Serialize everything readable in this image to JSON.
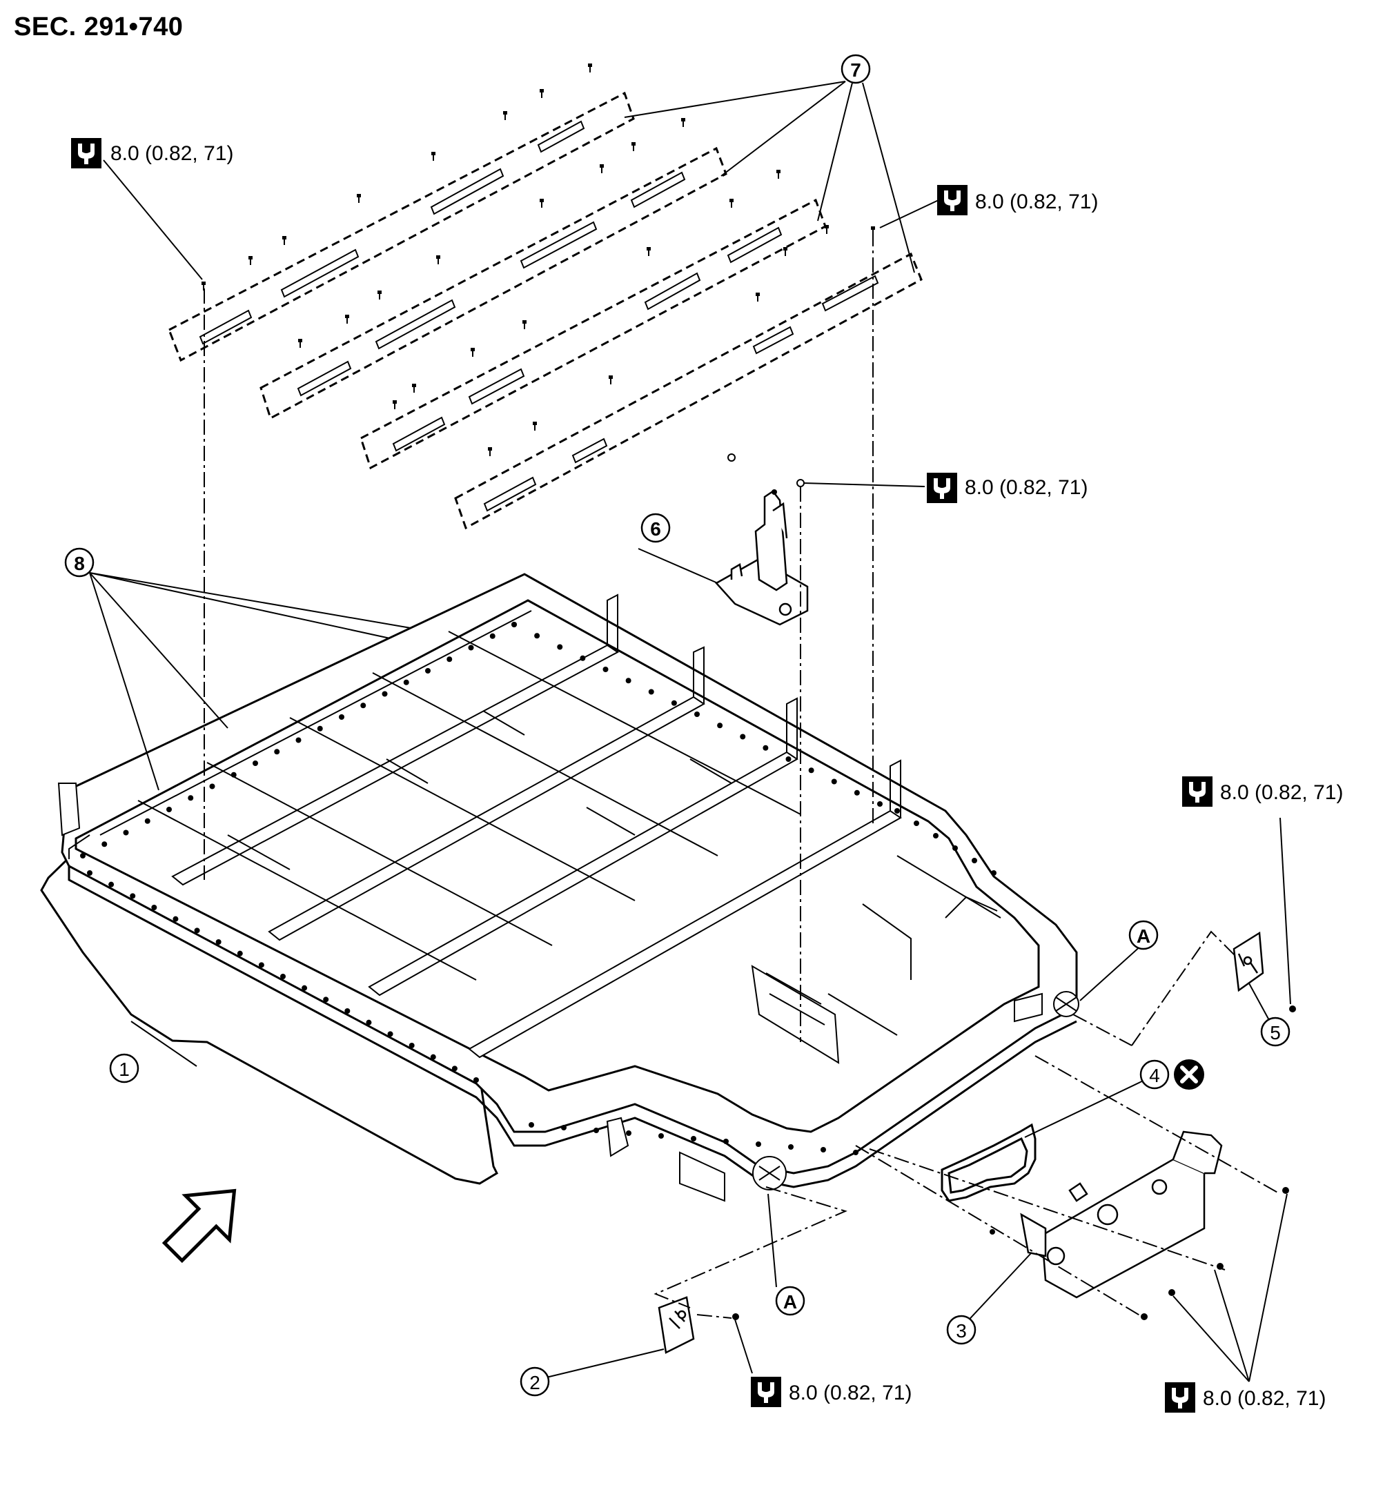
{
  "section": {
    "code": "SEC. 291•740"
  },
  "torque": {
    "value": "8.0 (0.82, 71)"
  },
  "callouts": [
    "1",
    "2",
    "3",
    "4",
    "5",
    "6",
    "7",
    "8"
  ],
  "reference_letter": "A",
  "icons": {
    "torque": "torque-wrench-icon",
    "do_not_reuse": "do-not-reuse-icon",
    "front": "front-direction-arrow-icon"
  }
}
